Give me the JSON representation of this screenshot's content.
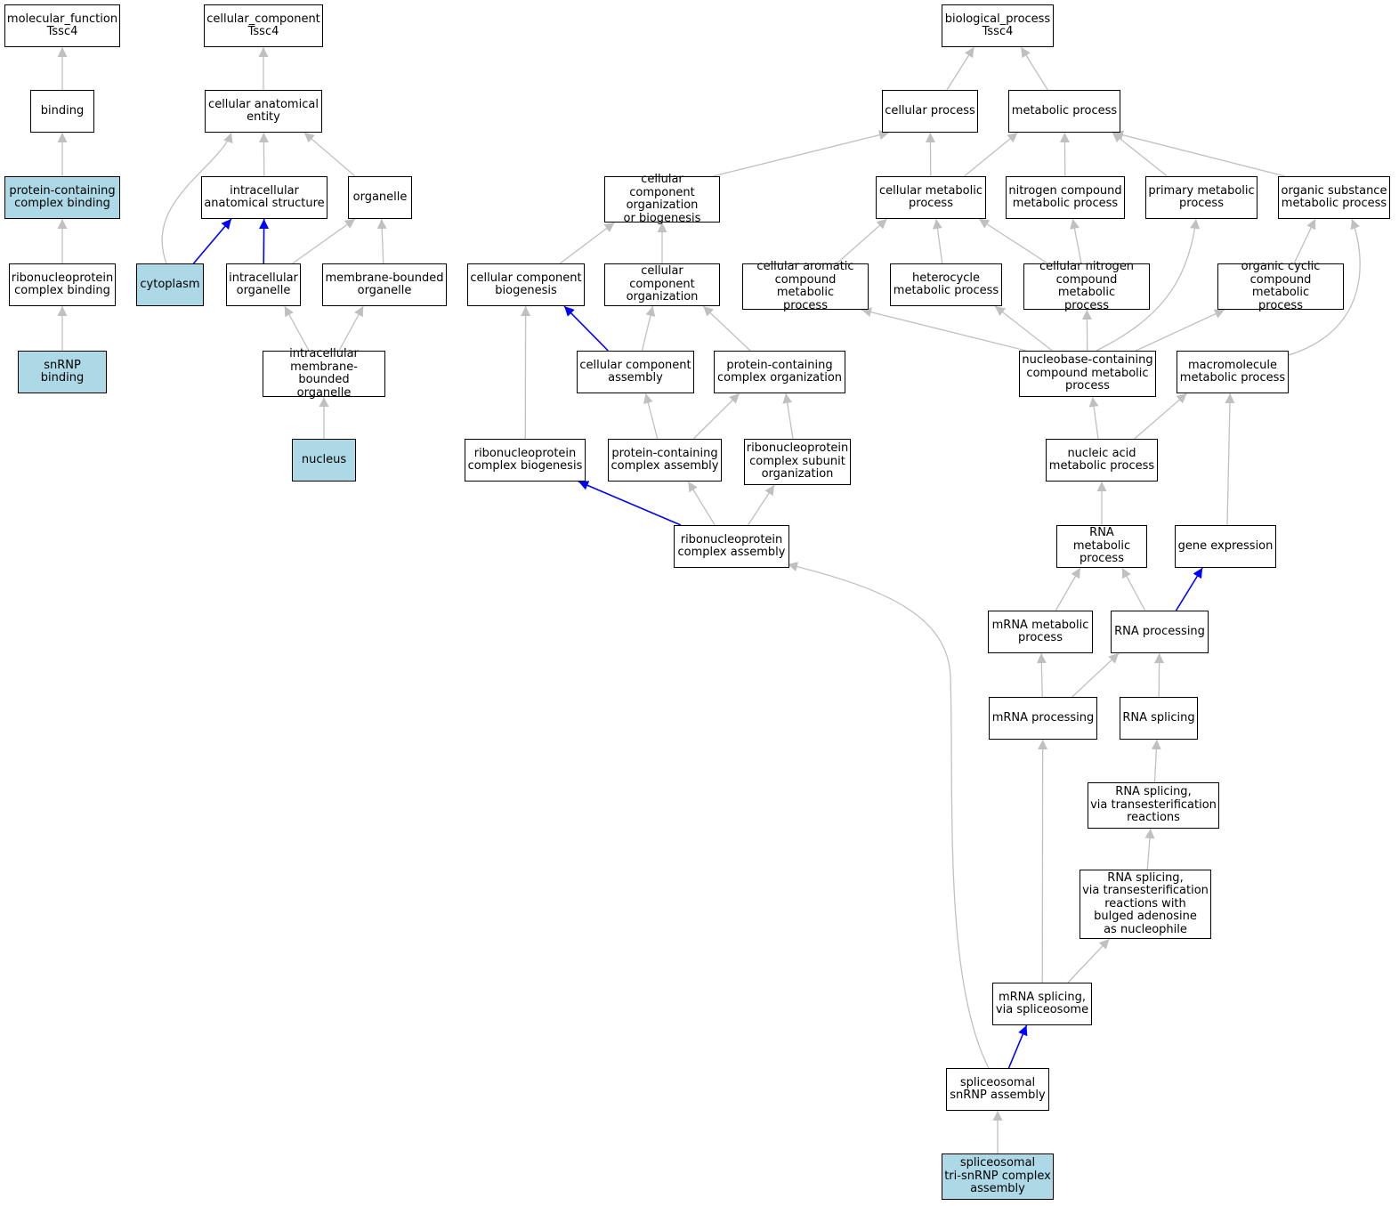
{
  "colors": {
    "edge": "#c0c0c0",
    "highlight_edge": "#0000ff",
    "highlight_node": "#add8e6"
  },
  "nodes": [
    {
      "id": "mf",
      "label": "molecular_function\nTssc4"
    },
    {
      "id": "binding",
      "label": "binding"
    },
    {
      "id": "pcb",
      "label": "protein-containing\ncomplex binding",
      "hl": true
    },
    {
      "id": "rnpcb",
      "label": "ribonucleoprotein\ncomplex binding"
    },
    {
      "id": "snrnpb",
      "label": "snRNP binding",
      "hl": true
    },
    {
      "id": "cc",
      "label": "cellular_component\nTssc4"
    },
    {
      "id": "cae",
      "label": "cellular anatomical\nentity"
    },
    {
      "id": "ias",
      "label": "intracellular\nanatomical structure"
    },
    {
      "id": "organelle",
      "label": "organelle"
    },
    {
      "id": "cytoplasm",
      "label": "cytoplasm",
      "hl": true
    },
    {
      "id": "io",
      "label": "intracellular\norganelle"
    },
    {
      "id": "mbo",
      "label": "membrane-bounded\norganelle"
    },
    {
      "id": "imbo",
      "label": "intracellular\nmembrane-bounded\norganelle"
    },
    {
      "id": "nucleus",
      "label": "nucleus",
      "hl": true
    },
    {
      "id": "bp",
      "label": "biological_process\nTssc4"
    },
    {
      "id": "cp",
      "label": "cellular process"
    },
    {
      "id": "mp",
      "label": "metabolic process"
    },
    {
      "id": "ccob",
      "label": "cellular component\norganization\nor biogenesis"
    },
    {
      "id": "cmp",
      "label": "cellular metabolic\nprocess"
    },
    {
      "id": "ncmp",
      "label": "nitrogen compound\nmetabolic process"
    },
    {
      "id": "pmp",
      "label": "primary metabolic\nprocess"
    },
    {
      "id": "osmp",
      "label": "organic substance\nmetabolic process"
    },
    {
      "id": "ccb",
      "label": "cellular component\nbiogenesis"
    },
    {
      "id": "cco",
      "label": "cellular component\norganization"
    },
    {
      "id": "cacmp",
      "label": "cellular aromatic\ncompound metabolic\nprocess"
    },
    {
      "id": "hmp",
      "label": "heterocycle\nmetabolic process"
    },
    {
      "id": "cncmp",
      "label": "cellular nitrogen\ncompound metabolic\nprocess"
    },
    {
      "id": "occmp",
      "label": "organic cyclic\ncompound metabolic\nprocess"
    },
    {
      "id": "cca",
      "label": "cellular component\nassembly"
    },
    {
      "id": "pco",
      "label": "protein-containing\ncomplex organization"
    },
    {
      "id": "nbcmp",
      "label": "nucleobase-containing\ncompound metabolic\nprocess"
    },
    {
      "id": "mmp",
      "label": "macromolecule\nmetabolic process"
    },
    {
      "id": "rnpcbio",
      "label": "ribonucleoprotein\ncomplex biogenesis"
    },
    {
      "id": "pca",
      "label": "protein-containing\ncomplex assembly"
    },
    {
      "id": "rnpcso",
      "label": "ribonucleoprotein\ncomplex subunit\norganization"
    },
    {
      "id": "namp",
      "label": "nucleic acid\nmetabolic process"
    },
    {
      "id": "rnpca",
      "label": "ribonucleoprotein\ncomplex assembly"
    },
    {
      "id": "rnamp",
      "label": "RNA metabolic\nprocess"
    },
    {
      "id": "ge",
      "label": "gene expression"
    },
    {
      "id": "mrnamp",
      "label": "mRNA metabolic\nprocess"
    },
    {
      "id": "rnap",
      "label": "RNA processing"
    },
    {
      "id": "mrnap",
      "label": "mRNA processing"
    },
    {
      "id": "rnas",
      "label": "RNA splicing"
    },
    {
      "id": "rnastr",
      "label": "RNA splicing,\nvia transesterification\nreactions"
    },
    {
      "id": "rnastrba",
      "label": "RNA splicing,\nvia transesterification\nreactions with\nbulged adenosine\nas nucleophile"
    },
    {
      "id": "mrnass",
      "label": "mRNA splicing,\nvia spliceosome"
    },
    {
      "id": "ssnrnpa",
      "label": "spliceosomal\nsnRNP assembly"
    },
    {
      "id": "stsnrnpa",
      "label": "spliceosomal\ntri-snRNP complex\nassembly",
      "hl": true
    }
  ],
  "edges": [
    {
      "from": "binding",
      "to": "mf"
    },
    {
      "from": "pcb",
      "to": "binding"
    },
    {
      "from": "rnpcb",
      "to": "pcb"
    },
    {
      "from": "snrnpb",
      "to": "rnpcb"
    },
    {
      "from": "cae",
      "to": "cc"
    },
    {
      "from": "ias",
      "to": "cae"
    },
    {
      "from": "organelle",
      "to": "cae"
    },
    {
      "from": "cytoplasm",
      "to": "cae"
    },
    {
      "from": "cytoplasm",
      "to": "ias",
      "hl": true
    },
    {
      "from": "io",
      "to": "ias",
      "hl": true
    },
    {
      "from": "io",
      "to": "organelle"
    },
    {
      "from": "mbo",
      "to": "organelle"
    },
    {
      "from": "imbo",
      "to": "io"
    },
    {
      "from": "imbo",
      "to": "mbo"
    },
    {
      "from": "nucleus",
      "to": "imbo"
    },
    {
      "from": "cp",
      "to": "bp"
    },
    {
      "from": "mp",
      "to": "bp"
    },
    {
      "from": "ccob",
      "to": "cp"
    },
    {
      "from": "cmp",
      "to": "cp"
    },
    {
      "from": "cmp",
      "to": "mp"
    },
    {
      "from": "ncmp",
      "to": "mp"
    },
    {
      "from": "pmp",
      "to": "mp"
    },
    {
      "from": "osmp",
      "to": "mp"
    },
    {
      "from": "ccb",
      "to": "ccob"
    },
    {
      "from": "cco",
      "to": "ccob"
    },
    {
      "from": "cacmp",
      "to": "cmp"
    },
    {
      "from": "hmp",
      "to": "cmp"
    },
    {
      "from": "cncmp",
      "to": "cmp"
    },
    {
      "from": "cncmp",
      "to": "ncmp"
    },
    {
      "from": "occmp",
      "to": "osmp"
    },
    {
      "from": "cca",
      "to": "ccb",
      "hl": true
    },
    {
      "from": "cca",
      "to": "cco"
    },
    {
      "from": "pco",
      "to": "cco"
    },
    {
      "from": "nbcmp",
      "to": "cacmp"
    },
    {
      "from": "nbcmp",
      "to": "hmp"
    },
    {
      "from": "nbcmp",
      "to": "cncmp"
    },
    {
      "from": "nbcmp",
      "to": "pmp"
    },
    {
      "from": "nbcmp",
      "to": "occmp"
    },
    {
      "from": "mmp",
      "to": "osmp"
    },
    {
      "from": "rnpcbio",
      "to": "ccb"
    },
    {
      "from": "pca",
      "to": "cca"
    },
    {
      "from": "pca",
      "to": "pco"
    },
    {
      "from": "rnpcso",
      "to": "pco"
    },
    {
      "from": "namp",
      "to": "nbcmp"
    },
    {
      "from": "namp",
      "to": "mmp"
    },
    {
      "from": "rnpca",
      "to": "rnpcbio",
      "hl": true
    },
    {
      "from": "rnpca",
      "to": "pca"
    },
    {
      "from": "rnpca",
      "to": "rnpcso"
    },
    {
      "from": "rnamp",
      "to": "namp"
    },
    {
      "from": "ge",
      "to": "mmp"
    },
    {
      "from": "mrnamp",
      "to": "rnamp"
    },
    {
      "from": "rnap",
      "to": "rnamp"
    },
    {
      "from": "rnap",
      "to": "ge",
      "hl": true
    },
    {
      "from": "mrnap",
      "to": "mrnamp"
    },
    {
      "from": "mrnap",
      "to": "rnap"
    },
    {
      "from": "rnas",
      "to": "rnap"
    },
    {
      "from": "rnastr",
      "to": "rnas"
    },
    {
      "from": "rnastrba",
      "to": "rnastr"
    },
    {
      "from": "mrnass",
      "to": "mrnap"
    },
    {
      "from": "mrnass",
      "to": "rnastrba"
    },
    {
      "from": "ssnrnpa",
      "to": "mrnass",
      "hl": true
    },
    {
      "from": "ssnrnpa",
      "to": "rnpca"
    },
    {
      "from": "stsnrnpa",
      "to": "ssnrnpa"
    }
  ]
}
